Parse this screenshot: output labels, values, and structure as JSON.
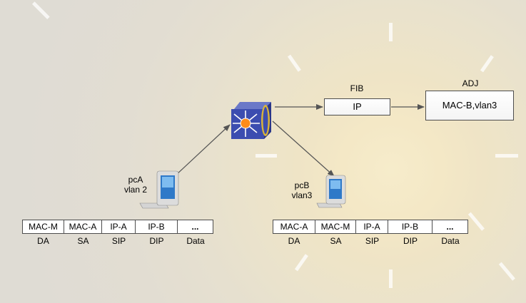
{
  "fib": {
    "title": "FIB",
    "entry": "IP"
  },
  "adj": {
    "title": "ADJ",
    "entry": "MAC-B,vlan3"
  },
  "pc_a": {
    "name": "pcA",
    "vlan": "vlan 2"
  },
  "pc_b": {
    "name": "pcB",
    "vlan": "vlan3"
  },
  "frame_a": {
    "cells": [
      "MAC-M",
      "MAC-A",
      "IP-A",
      "IP-B",
      "..."
    ],
    "headers": [
      "DA",
      "SA",
      "SIP",
      "DIP",
      "Data"
    ]
  },
  "frame_b": {
    "cells": [
      "MAC-A",
      "MAC-M",
      "IP-A",
      "IP-B",
      "..."
    ],
    "headers": [
      "DA",
      "SA",
      "SIP",
      "DIP",
      "Data"
    ]
  },
  "colors": {
    "arrow": "#555555",
    "switch_blue": "#3c4db0",
    "switch_core": "#ff8c1a"
  },
  "icons": [
    "layer3-switch-icon",
    "desktop-computer-icon"
  ]
}
